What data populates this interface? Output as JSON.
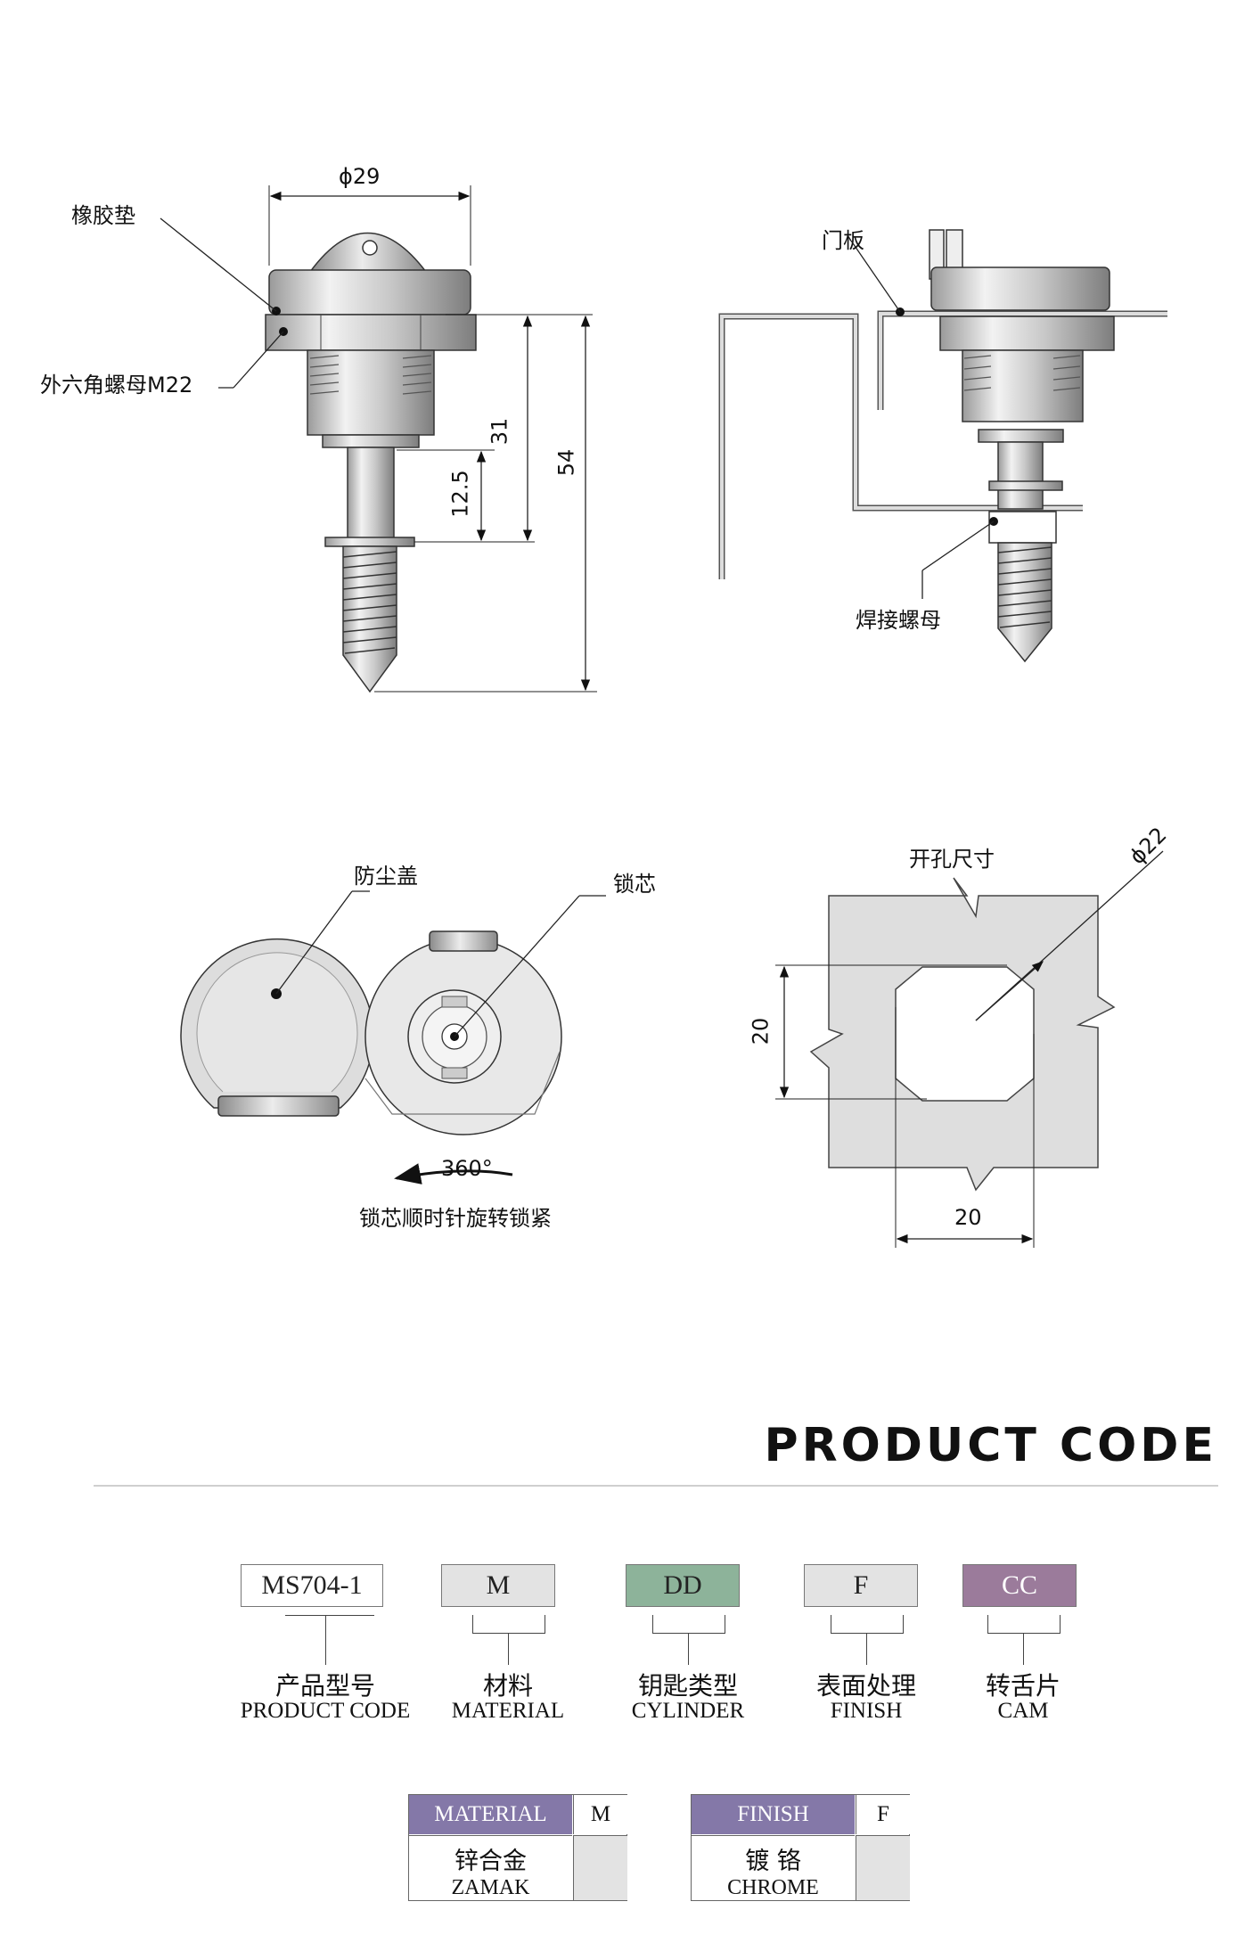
{
  "drawing": {
    "dimensions": {
      "diameter_top": "ϕ29",
      "height_31": "31",
      "height_12_5": "12.5",
      "height_54": "54",
      "cutout_diameter": "ϕ22",
      "cutout_height": "20",
      "cutout_width": "20",
      "rotation": "360°"
    },
    "labels": {
      "rubber_gasket": "橡胶垫",
      "hex_nut": "外六角螺母M22",
      "door_panel": "门板",
      "weld_nut": "焊接螺母",
      "dust_cover": "防尘盖",
      "lock_core": "锁芯",
      "cutout_size": "开孔尺寸",
      "rotation_note": "锁芯顺时针旋转锁紧"
    }
  },
  "product_code": {
    "title": "PRODUCT CODE",
    "fields": [
      {
        "code": "MS704-1",
        "cn": "产品型号",
        "en": "PRODUCT CODE",
        "color": "#ffffff"
      },
      {
        "code": "M",
        "cn": "材料",
        "en": "MATERIAL",
        "color": "#e3e3e3"
      },
      {
        "code": "DD",
        "cn": "钥匙类型",
        "en": "CYLINDER",
        "color": "#8db39a"
      },
      {
        "code": "F",
        "cn": "表面处理",
        "en": "FINISH",
        "color": "#e3e3e3"
      },
      {
        "code": "CC",
        "cn": "转舌片",
        "en": "CAM",
        "color": "#9b7b9b"
      }
    ]
  },
  "options": {
    "material": {
      "header": "MATERIAL",
      "code": "M",
      "cn": "锌合金",
      "en": "ZAMAK",
      "header_color": "#8478a8"
    },
    "finish": {
      "header": "FINISH",
      "code": "F",
      "cn": "镀 铬",
      "en": "CHROME",
      "header_color": "#8478a8"
    }
  }
}
